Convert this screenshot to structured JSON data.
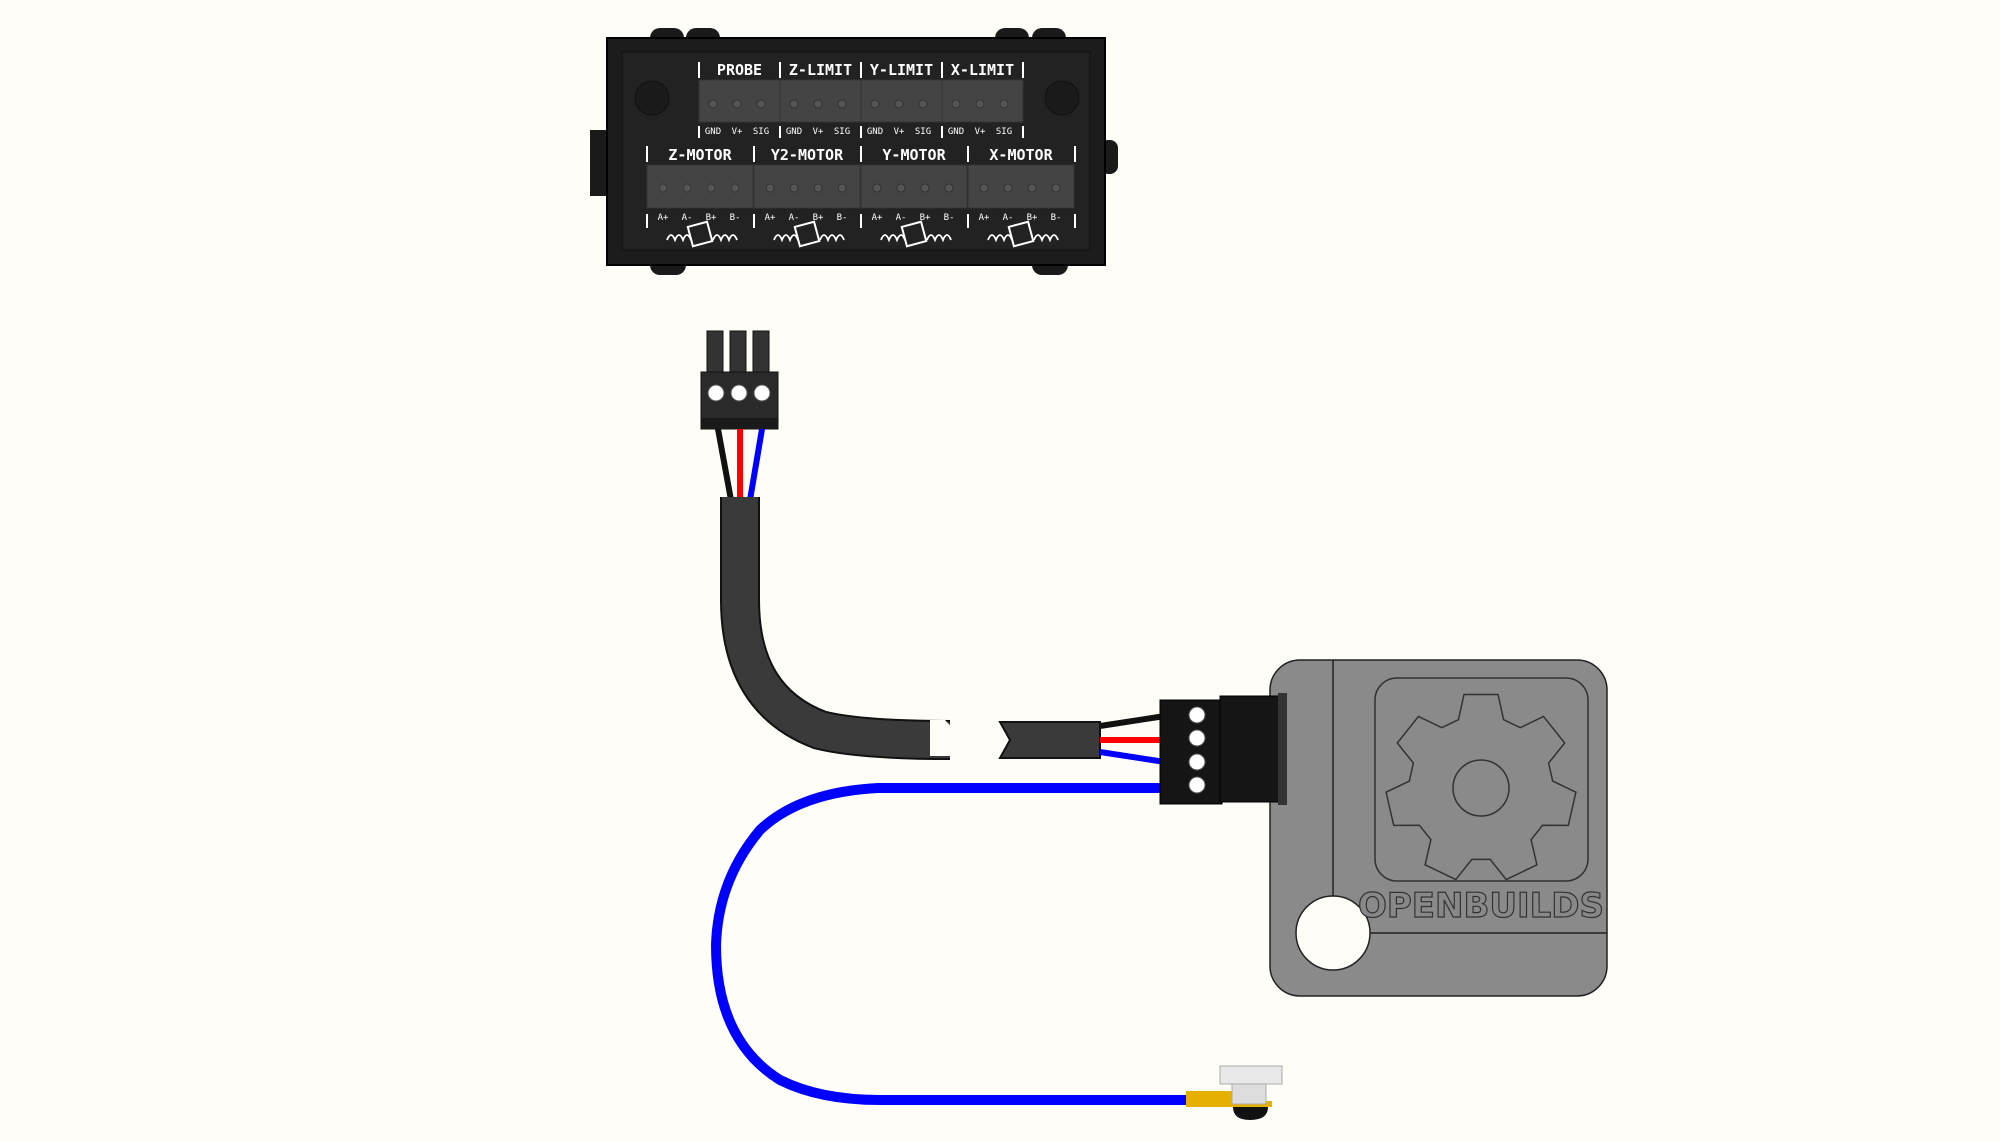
{
  "controller": {
    "limit_ports": [
      {
        "label": "PROBE",
        "pins": [
          "GND",
          "V+",
          "SIG"
        ]
      },
      {
        "label": "Z-LIMIT",
        "pins": [
          "GND",
          "V+",
          "SIG"
        ]
      },
      {
        "label": "Y-LIMIT",
        "pins": [
          "GND",
          "V+",
          "SIG"
        ]
      },
      {
        "label": "X-LIMIT",
        "pins": [
          "GND",
          "V+",
          "SIG"
        ]
      }
    ],
    "motor_ports": [
      {
        "label": "Z-MOTOR",
        "pins": [
          "A+",
          "A-",
          "B+",
          "B-"
        ]
      },
      {
        "label": "Y2-MOTOR",
        "pins": [
          "A+",
          "A-",
          "B+",
          "B-"
        ]
      },
      {
        "label": "Y-MOTOR",
        "pins": [
          "A+",
          "A-",
          "B+",
          "B-"
        ]
      },
      {
        "label": "X-MOTOR",
        "pins": [
          "A+",
          "A-",
          "B+",
          "B-"
        ]
      }
    ]
  },
  "probe_plate": {
    "logo_text": "OPENBUILDS"
  },
  "colors": {
    "black_wire": "#111111",
    "red_wire": "#ff0000",
    "blue_wire": "#0000ff",
    "plate": "#8a8a8a",
    "clip": "#e6b000"
  }
}
